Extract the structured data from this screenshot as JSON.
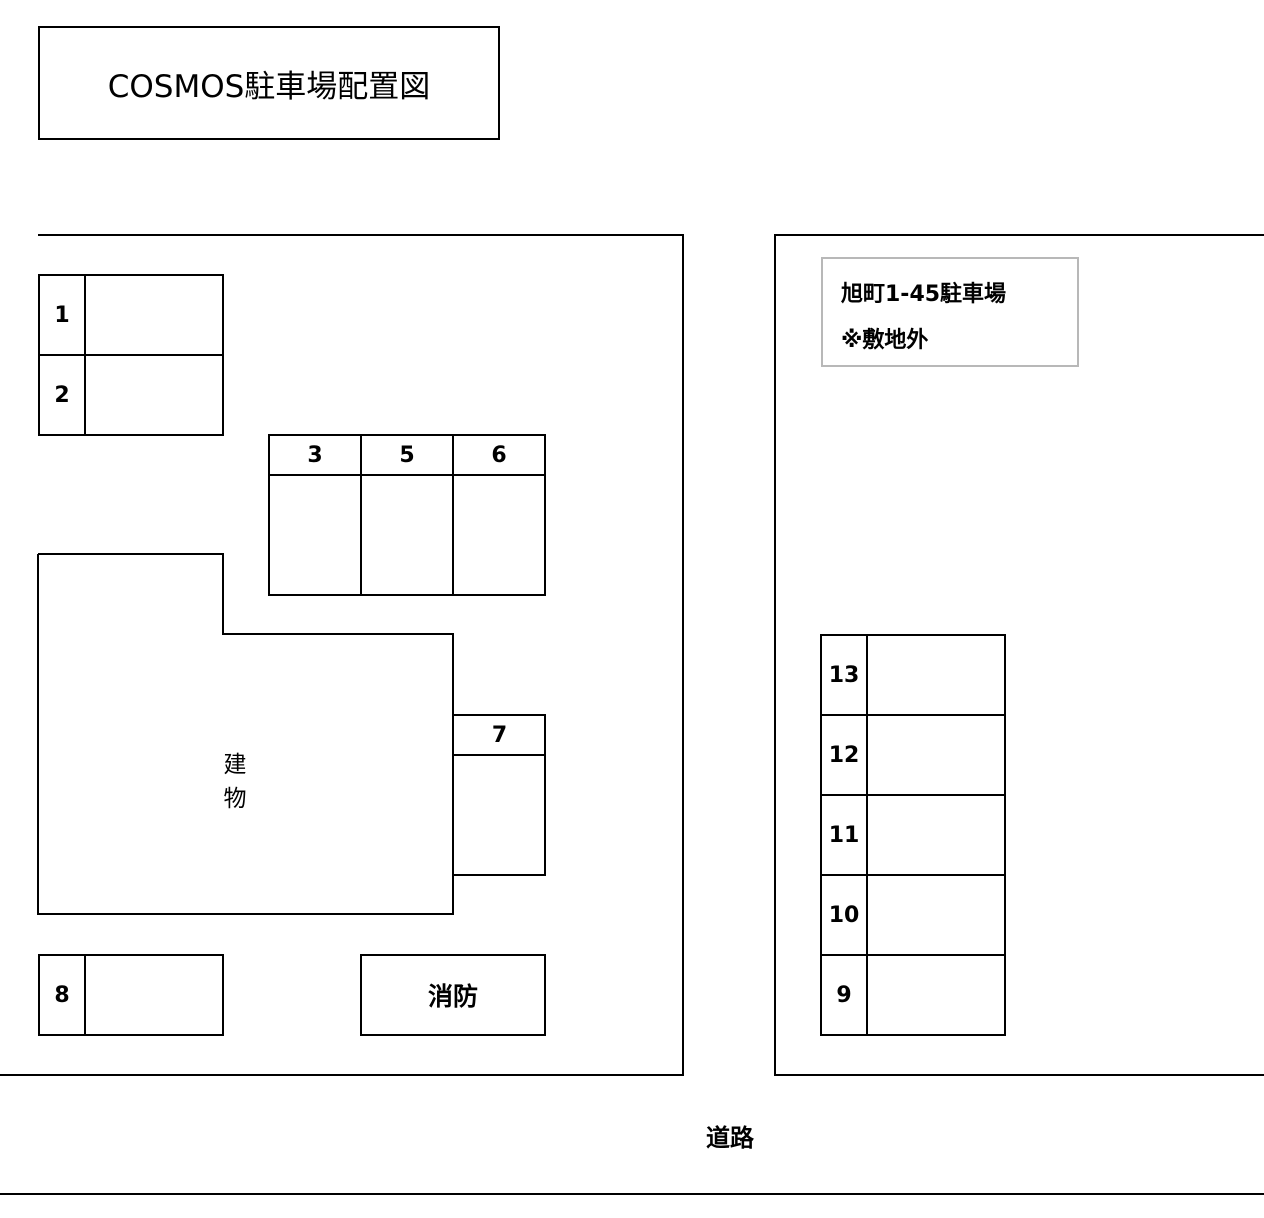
{
  "title": "COSMOS駐車場配置図",
  "annex": {
    "line1": "旭町1-45駐車場",
    "line2": "※敷地外"
  },
  "road": "道路",
  "building": "建　物",
  "fire": "消防",
  "stalls": {
    "s1": "1",
    "s2": "2",
    "s3": "3",
    "s5": "5",
    "s6": "6",
    "s7": "7",
    "s8": "8",
    "s9": "9",
    "s10": "10",
    "s11": "11",
    "s12": "12",
    "s13": "13"
  }
}
